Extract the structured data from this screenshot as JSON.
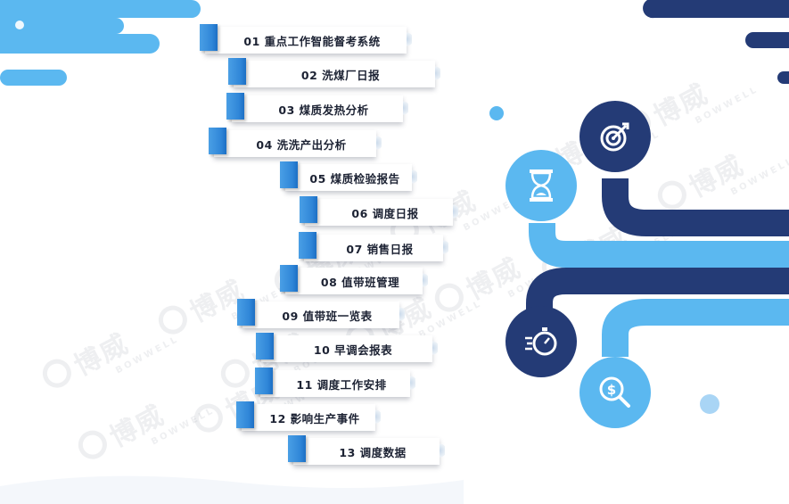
{
  "items": [
    {
      "label": "01 重点工作智能督考系统"
    },
    {
      "label": "02 洗煤厂日报"
    },
    {
      "label": "03 煤质发热分析"
    },
    {
      "label": "04 洗洗产出分析"
    },
    {
      "label": "05 煤质检验报告"
    },
    {
      "label": "06 调度日报"
    },
    {
      "label": "07 销售日报"
    },
    {
      "label": "08 值带班管理"
    },
    {
      "label": "09 值带班一览表"
    },
    {
      "label": "10 早调会报表"
    },
    {
      "label": "11 调度工作安排"
    },
    {
      "label": "12 影响生产事件"
    },
    {
      "label": "13 调度数据"
    }
  ],
  "watermark": {
    "cn": "博威",
    "en": "BOWWELL"
  },
  "icons": [
    "target-icon",
    "hourglass-icon",
    "stopwatch-icon",
    "dollar-search-icon"
  ],
  "colors": {
    "navy": "#243b76",
    "sky": "#5bb8f0",
    "ribbon_tab": "#2f86d8",
    "text": "#1c2233"
  }
}
